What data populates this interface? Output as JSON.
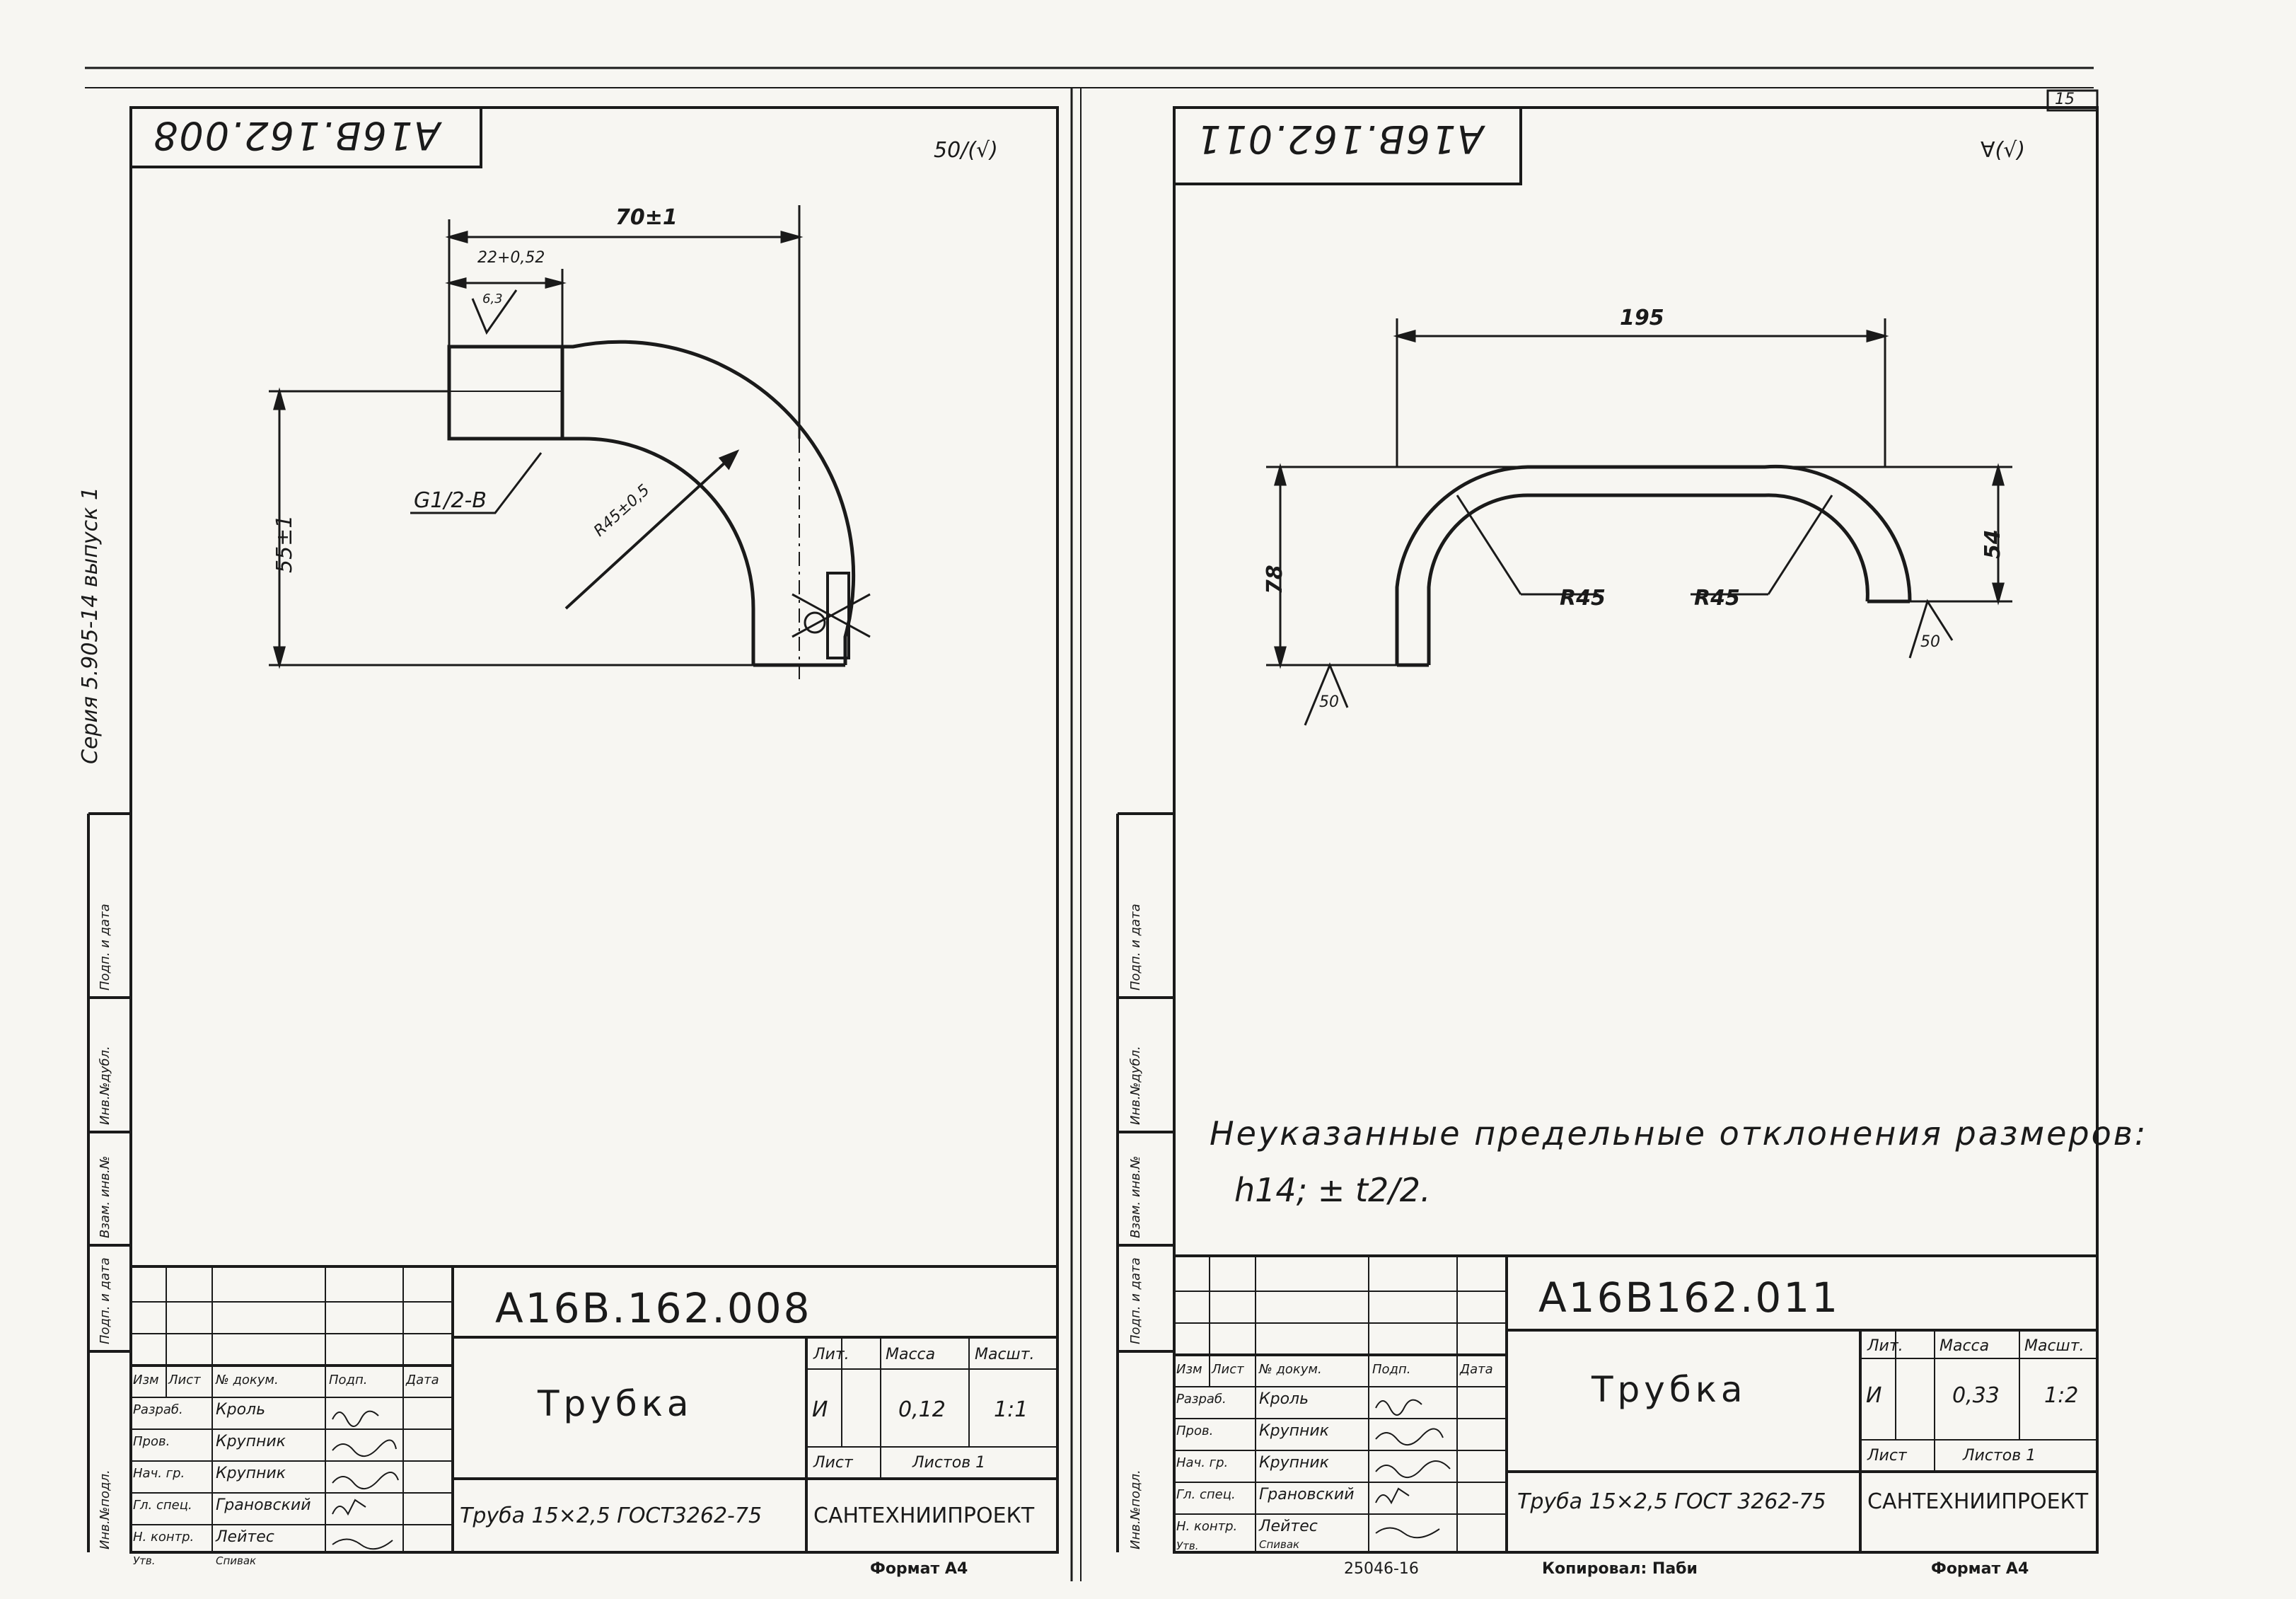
{
  "left_sheet": {
    "corner_code": "А16В.162.008",
    "roughness": "50/(√)",
    "dims": {
      "overall_width": "70±1",
      "thread_length": "22+0,52",
      "thread_roughness": "6,3",
      "height": "55±1",
      "thread": "G1/2-B",
      "radius": "R45±0,5"
    },
    "title_block": {
      "designation": "A16B.162.008",
      "name": "Трубка",
      "material": "Труба 15×2,5 ГОСТ3262-75",
      "organization": "САНТЕХНИИПРОЕКТ",
      "lit_header": "Лит.",
      "mass_header": "Масса",
      "scale_header": "Масшт.",
      "lit": "И",
      "mass": "0,12",
      "scale": "1:1",
      "sheet_label": "Лист",
      "sheets_label": "Листов 1",
      "col_headers": [
        "Изм",
        "Лист",
        "№ докум.",
        "Подп.",
        "Дата"
      ],
      "roles": [
        "Разраб.",
        "Пров.",
        "Нач. гр.",
        "Гл. спец.",
        "Н. контр.",
        "Утв."
      ],
      "names": [
        "Кроль",
        "Крупник",
        "Крупник",
        "Грановский",
        "Лейтес",
        "Спивак"
      ]
    },
    "format": "Формат А4",
    "margin_labels": [
      "Инв.№подл.",
      "Подп. и дата",
      "Взам. инв.№",
      "Инв.№дубл.",
      "Подп. и дата"
    ],
    "series_note": "Серия 5.905-14 выпуск 1"
  },
  "right_sheet": {
    "corner_code": "А16В.162.011",
    "roughness": "∀(√)",
    "page_number": "15",
    "dims": {
      "width": "195",
      "height_left": "78",
      "height_right": "54",
      "radius_left": "R45",
      "radius_right": "R45",
      "rough_left": "50",
      "rough_right": "50"
    },
    "note_line1": "Неуказанные предельные отклонения размеров:",
    "note_line2": "h14; ± t2/2.",
    "title_block": {
      "designation": "A16B162.011",
      "name": "Трубка",
      "material": "Труба 15×2,5 ГОСТ 3262-75",
      "organization": "САНТЕХНИИПРОЕКТ",
      "lit_header": "Лит.",
      "mass_header": "Масса",
      "scale_header": "Масшт.",
      "lit": "И",
      "mass": "0,33",
      "scale": "1:2",
      "sheet_label": "Лист",
      "sheets_label": "Листов 1",
      "col_headers": [
        "Изм",
        "Лист",
        "№ докум.",
        "Подп.",
        "Дата"
      ],
      "roles": [
        "Разраб.",
        "Пров.",
        "Нач. гр.",
        "Гл. спец.",
        "Н. контр.",
        "Утв."
      ],
      "names": [
        "Кроль",
        "Крупник",
        "Крупник",
        "Грановский",
        "Лейтес",
        "Спивак"
      ]
    },
    "copied": "Копировал: Паби",
    "format": "Формат А4",
    "order_no": "25046-16",
    "margin_labels": [
      "Инв.№подл.",
      "Подп. и дата",
      "Взам. инв.№",
      "Инв.№дубл.",
      "Подп. и дата"
    ]
  }
}
